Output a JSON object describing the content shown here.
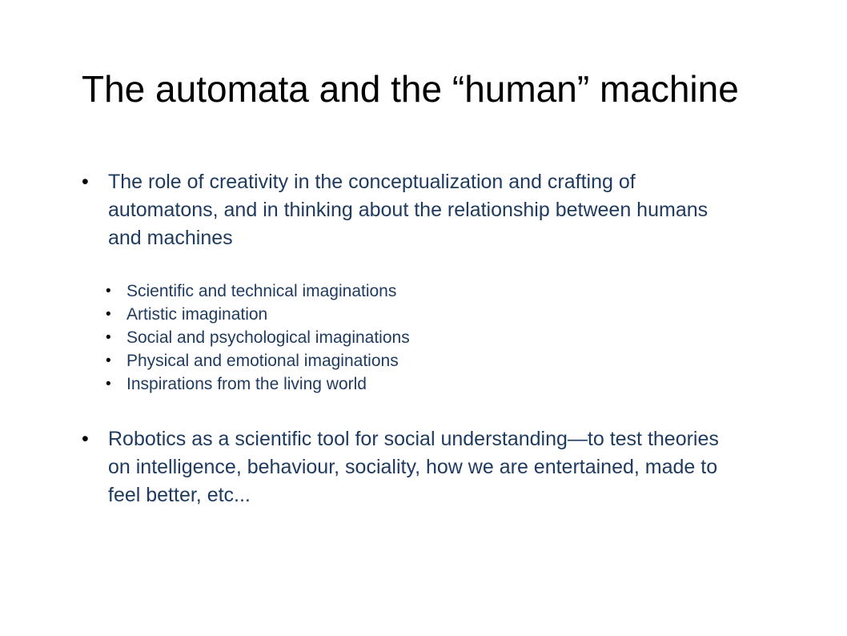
{
  "slide": {
    "title": "The automata and the “human” machine",
    "bullets": [
      {
        "marker": "•",
        "text": "The role of creativity in the conceptualization and crafting of automatons, and in thinking about the relationship between humans and machines"
      },
      {
        "marker": "•",
        "text": "Robotics as a scientific tool for social understanding—to test theories on intelligence, behaviour, sociality, how we are entertained, made to feel better, etc..."
      }
    ],
    "sub_bullets": [
      {
        "marker": "•",
        "text": "Scientific and technical imaginations"
      },
      {
        "marker": "•",
        "text": "Artistic imagination"
      },
      {
        "marker": "•",
        "text": "Social and psychological imaginations"
      },
      {
        "marker": "•",
        "text": "Physical and emotional imaginations"
      },
      {
        "marker": "•",
        "text": "Inspirations from the living world"
      }
    ]
  },
  "colors": {
    "title": "#000000",
    "body_text": "#1f3a5f",
    "bullet_marker": "#000000",
    "background": "#ffffff"
  }
}
